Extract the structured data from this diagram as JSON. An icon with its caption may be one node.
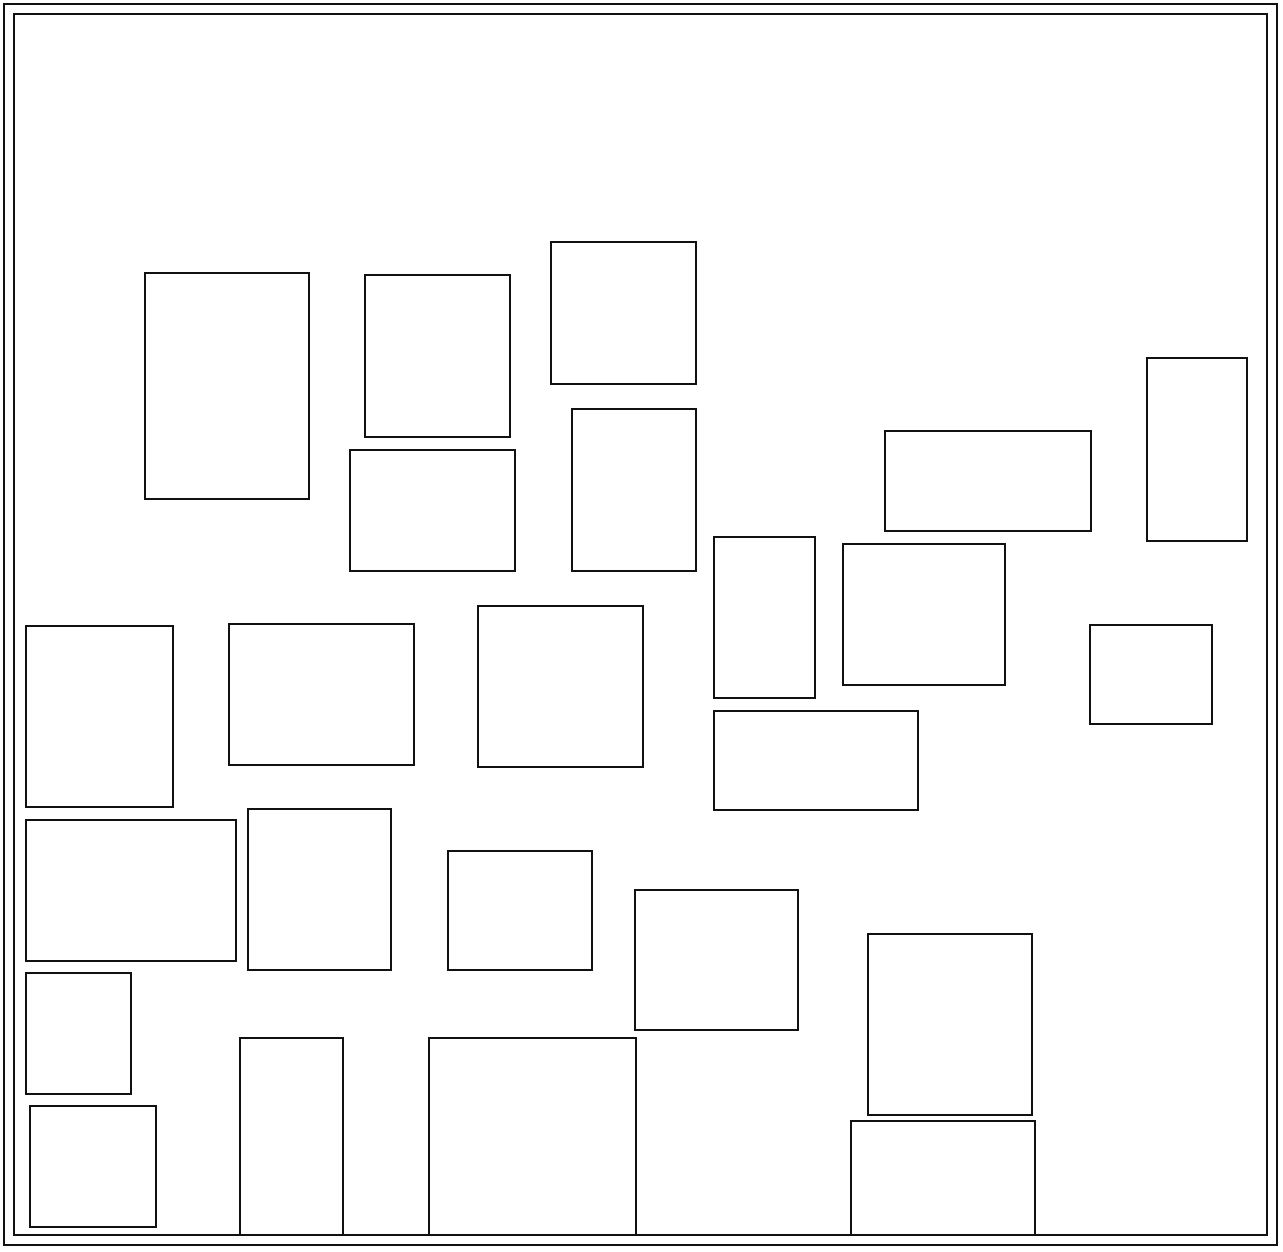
{
  "diagram": {
    "nodes": [
      {
        "text": [],
        "shape": "box"
      },
      {
        "text": [],
        "shape": "box",
        "in": 0
      },
      {
        "text": [],
        "shape": "box",
        "in": 0
      },
      {
        "text": [],
        "shape": "box",
        "in": 0
      },
      {
        "text": [],
        "shape": "box",
        "in": 0
      },
      {
        "text": [],
        "shape": "box",
        "in": 0
      },
      {
        "text": [],
        "shape": "box",
        "in": 0
      },
      {
        "text": [],
        "shape": "box",
        "in": 0
      },
      {
        "text": [],
        "shape": "box",
        "in": 0
      },
      {
        "text": [],
        "shape": "box",
        "in": 0
      },
      {
        "text": [],
        "shape": "box",
        "in": 0
      },
      {
        "text": [],
        "shape": "box",
        "in": 0
      },
      {
        "text": [],
        "shape": "box",
        "in": 0
      },
      {
        "text": [],
        "shape": "box",
        "in": 0
      },
      {
        "text": [],
        "shape": "box",
        "in": 0
      },
      {
        "text": [],
        "shape": "box",
        "in": 0
      },
      {
        "text": [],
        "shape": "box",
        "in": 0
      },
      {
        "text": [],
        "shape": "box",
        "in": 0
      },
      {
        "text": [],
        "shape": "box",
        "in": 0
      },
      {
        "text": [],
        "shape": "box",
        "in": 0
      },
      {
        "text": [],
        "shape": "box",
        "in": 0
      },
      {
        "text": [],
        "shape": "box",
        "in": 0
      },
      {
        "text": [],
        "shape": "box",
        "in": 0
      },
      {
        "text": [],
        "shape": "box",
        "in": 0
      },
      {
        "text": [],
        "shape": "box",
        "in": 0
      }
    ]
  }
}
